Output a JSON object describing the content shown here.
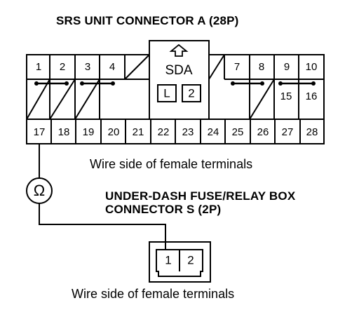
{
  "titles": {
    "srs": "SRS UNIT CONNECTOR A (28P)",
    "fuse_line1": "UNDER-DASH FUSE/RELAY BOX",
    "fuse_line2": "CONNECTOR S (2P)"
  },
  "captions": {
    "top": "Wire side of female terminals",
    "bottom": "Wire side of female terminals"
  },
  "connector_a": {
    "top_left_terminals": [
      "1",
      "2",
      "3",
      "4"
    ],
    "center_label": "SDA",
    "center_boxes": [
      "L",
      "2"
    ],
    "top_right_terminals": [
      "7",
      "8",
      "9",
      "10"
    ],
    "mid_right_terminals": [
      "15",
      "16"
    ],
    "bottom_terminals": [
      "17",
      "18",
      "19",
      "20",
      "21",
      "22",
      "23",
      "24",
      "25",
      "26",
      "27",
      "28"
    ]
  },
  "meter": {
    "symbol": "Ω"
  },
  "connector_s": {
    "terminals": [
      "1",
      "2"
    ]
  }
}
